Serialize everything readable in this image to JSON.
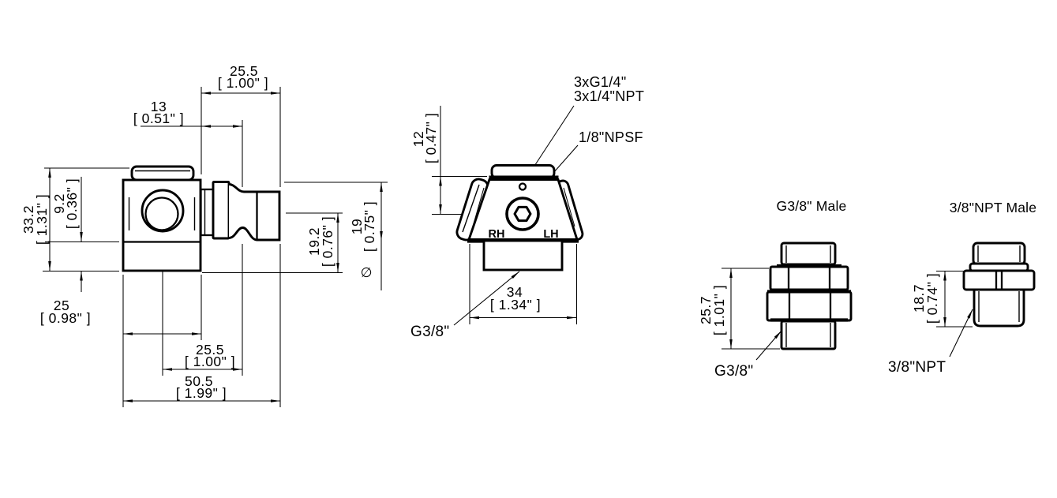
{
  "symbols": {
    "diameter": "∅"
  },
  "side_view": {
    "dim_top_width": {
      "mm": "25.5",
      "inch": "[ 1.00\" ]"
    },
    "dim_top_offset": {
      "mm": "13",
      "inch": "[ 0.51\" ]"
    },
    "dim_height": {
      "mm": "33.2",
      "inch": "[ 1.31\" ]"
    },
    "dim_base_height": {
      "mm": "9.2",
      "inch": "[ 0.36\" ]"
    },
    "dim_flange_dia": {
      "mm": "19.2",
      "inch": "[ 0.76\" ]"
    },
    "dim_stem_dia": {
      "mm": "19",
      "inch": "[ 0.75\" ]"
    },
    "dim_body_width": {
      "mm": "25",
      "inch": "[ 0.98\" ]"
    },
    "dim_center_to_stem": {
      "mm": "25.5",
      "inch": "[ 1.00\" ]"
    },
    "dim_total_width": {
      "mm": "50.5",
      "inch": "[ 1.99\" ]"
    }
  },
  "front_view": {
    "label_ports_g": "3xG1/4\"",
    "label_ports_npt": "3x1/4\"NPT",
    "label_gauge_port": "1/8\"NPSF",
    "label_rh": "RH",
    "label_lh": "LH",
    "label_bottom_thread": "G3/8\"",
    "dim_top_to_port": {
      "mm": "12",
      "inch": "[ 0.47\" ]"
    },
    "dim_width": {
      "mm": "34",
      "inch": "[ 1.34\" ]"
    }
  },
  "adapter_g": {
    "title": "G3/8\" Male",
    "label_thread": "G3/8\"",
    "dim_height": {
      "mm": "25.7",
      "inch": "[ 1.01\" ]"
    }
  },
  "adapter_npt": {
    "title": "3/8\"NPT Male",
    "label_thread": "3/8\"NPT",
    "dim_height": {
      "mm": "18.7",
      "inch": "[ 0.74\" ]"
    }
  }
}
